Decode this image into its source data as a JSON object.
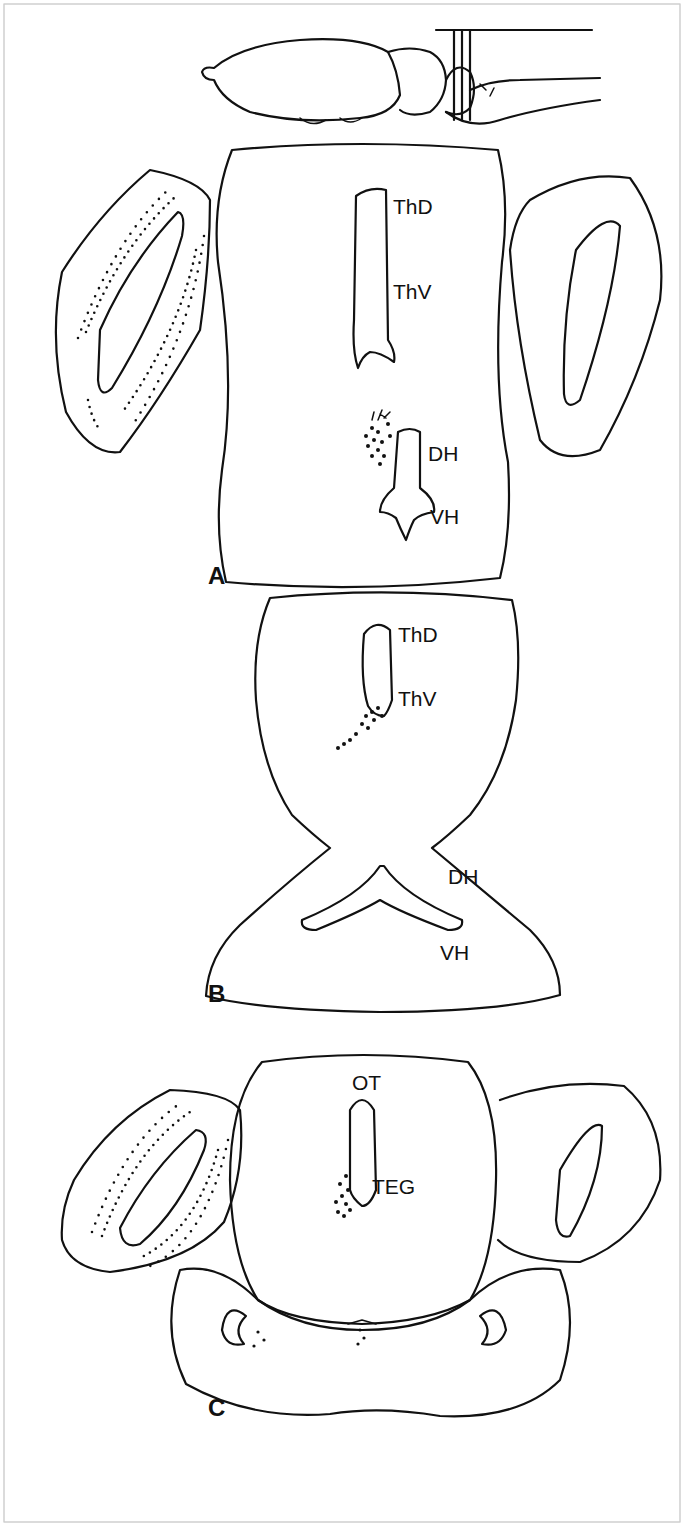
{
  "diagram": {
    "labels": [
      "ThD",
      "ThV",
      "DH",
      "VH",
      "A",
      "ThD",
      "ThV",
      "DH",
      "VH",
      "B",
      "OT",
      "TEG",
      "C"
    ]
  }
}
